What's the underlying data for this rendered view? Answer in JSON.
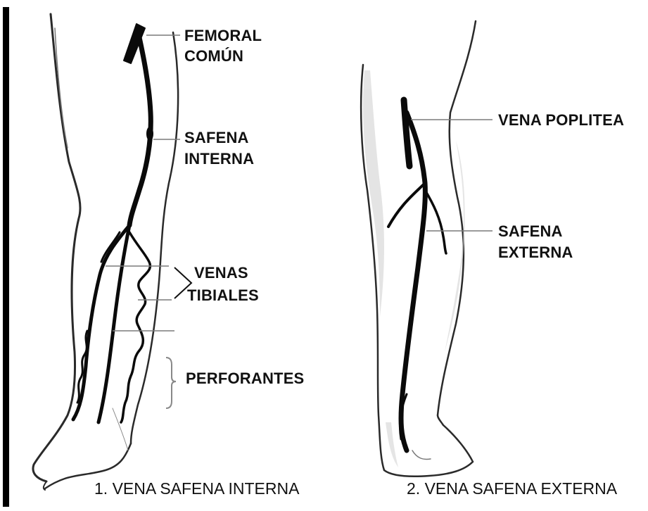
{
  "labels": {
    "femoral_line1": "FEMORAL",
    "femoral_line2": "COMÚN",
    "safena_interna_line1": "SAFENA",
    "safena_interna_line2": "INTERNA",
    "venas_line1": "VENAS",
    "tibiales_line2": "TIBIALES",
    "perforantes": "PERFORANTES",
    "vena_poplitea": "VENA POPLITEA",
    "safena_externa_line1": "SAFENA",
    "safena_externa_line2": "EXTERNA"
  },
  "captions": {
    "left": "1. VENA SAFENA INTERNA",
    "right": "2. VENA SAFENA EXTERNA"
  },
  "colors": {
    "ink": "#111111",
    "vein": "#0a0a0a",
    "leader": "#7a7a7a",
    "shade": "#cfcfcf"
  }
}
